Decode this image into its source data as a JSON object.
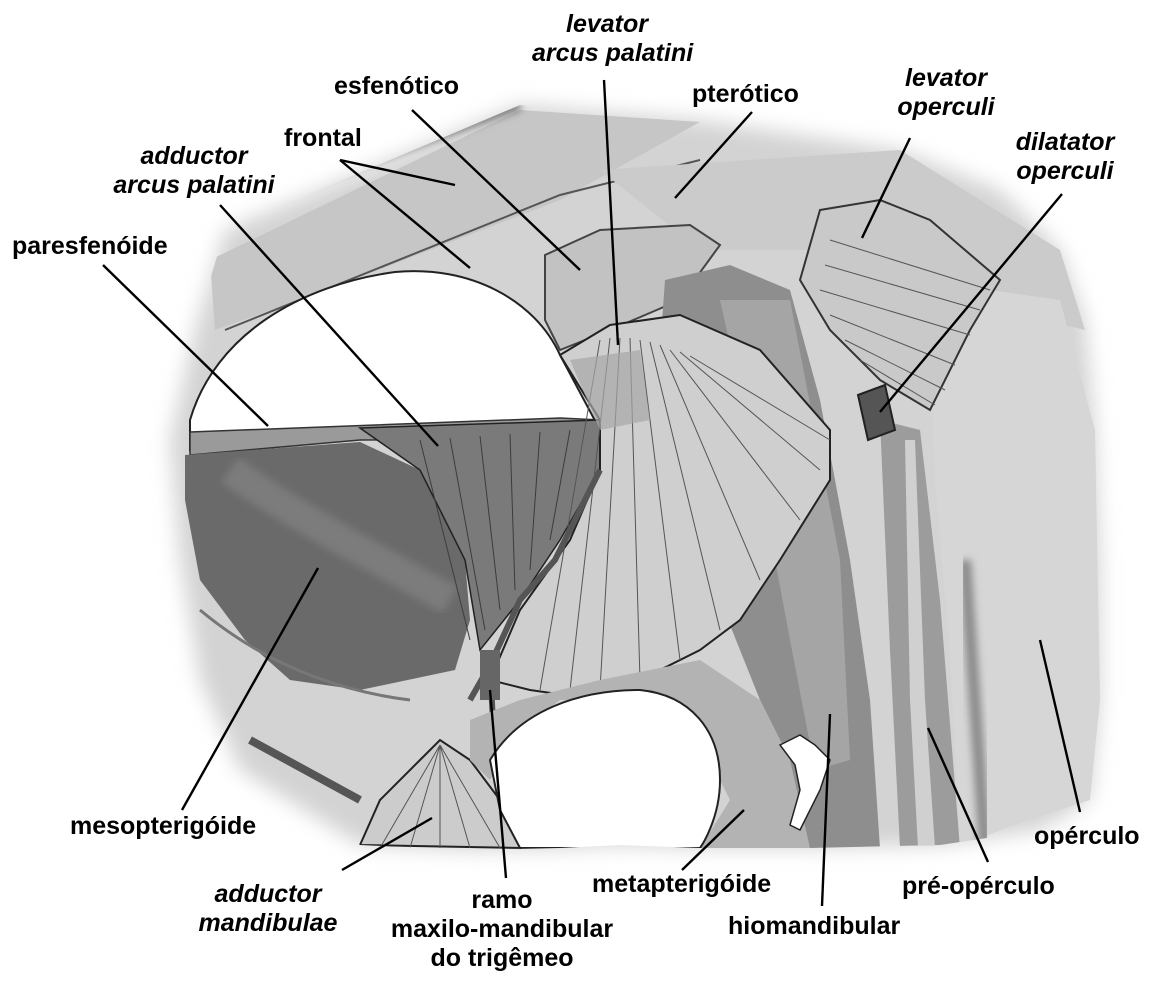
{
  "colors": {
    "background": "#ffffff",
    "tissue_light": "#d2d2d2",
    "tissue_mid": "#b7b7b7",
    "muscle_dark": "#6e6e6e",
    "leader_line": "#000000"
  },
  "labels": {
    "levator_arcus_palatini": {
      "line1": "levator",
      "line2": "arcus palatini"
    },
    "esfenotico": "esfenótico",
    "pterotico": "pterótico",
    "levator_operculi": {
      "line1": "levator",
      "line2": "operculi"
    },
    "dilatator_operculi": {
      "line1": "dilatator",
      "line2": "operculi"
    },
    "frontal": "frontal",
    "adductor_arcus_palatini": {
      "line1": "adductor",
      "line2": "arcus palatini"
    },
    "paresfenoide": "paresfenóide",
    "mesopterigoide": "mesopterigóide",
    "adductor_mandibulae": {
      "line1": "adductor",
      "line2": "mandibulae"
    },
    "ramo": {
      "line1": "ramo",
      "line2": "maxilo-mandibular",
      "line3": "do trigêmeo"
    },
    "metapterigoide": "metapterigóide",
    "hiomandibular": "hiomandibular",
    "preoperculo": "pré-opérculo",
    "operculo": "opérculo"
  }
}
